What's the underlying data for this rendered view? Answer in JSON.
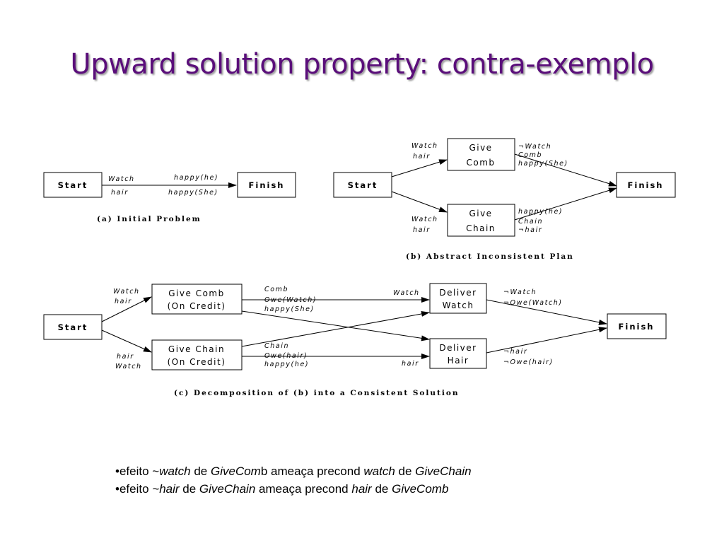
{
  "slide": {
    "title": "Upward solution property: contra-exemplo"
  },
  "diagram_a": {
    "start": "Start",
    "finish": "Finish",
    "labels": [
      "Watch",
      "hair",
      "happy(he)",
      "happy(She)"
    ],
    "caption": "(a) Initial Problem"
  },
  "diagram_b": {
    "start": "Start",
    "finish": "Finish",
    "give_comb": [
      "Give",
      "Comb"
    ],
    "give_chain": [
      "Give",
      "Chain"
    ],
    "comb_pre": [
      "Watch",
      "hair"
    ],
    "comb_eff": [
      "¬Watch",
      "Comb",
      "happy(She)"
    ],
    "chain_pre": [
      "Watch",
      "hair"
    ],
    "chain_eff": [
      "happy(he)",
      "Chain",
      "¬hair"
    ],
    "caption": "(b) Abstract Inconsistent Plan"
  },
  "diagram_c": {
    "start": "Start",
    "finish": "Finish",
    "give_comb": [
      "Give Comb",
      "(On Credit)"
    ],
    "give_chain": [
      "Give Chain",
      "(On Credit)"
    ],
    "deliver_watch": [
      "Deliver",
      "Watch"
    ],
    "deliver_hair": [
      "Deliver",
      "Hair"
    ],
    "comb_pre": [
      "Watch",
      "hair"
    ],
    "chain_pre": [
      "hair",
      "Watch"
    ],
    "comb_eff": [
      "Comb",
      "Owe(Watch)",
      "happy(She)"
    ],
    "chain_eff": [
      "Chain",
      "Owe(hair)",
      "happy(he)"
    ],
    "dw_pre": "Watch",
    "dh_pre": "hair",
    "dw_eff": [
      "¬Watch",
      "¬Owe(Watch)"
    ],
    "dh_eff": [
      "¬hair",
      "¬Owe(hair)"
    ],
    "caption": "(c) Decomposition of (b) into a Consistent Solution"
  },
  "bullets": [
    {
      "prefix": "•efeito ~",
      "i1": "watch",
      "t1": " de ",
      "i2": "GiveCom",
      "t2": "b ameaça precond ",
      "i3": "watch",
      "t3": " de ",
      "i4": "GiveChain"
    },
    {
      "prefix": "•efeito ",
      "i1": "~hair",
      "t1": " de ",
      "i2": "GiveChain",
      "t2": " ameaça precond ",
      "i3": "hair",
      "t3": " de ",
      "i4": "GiveComb"
    }
  ]
}
